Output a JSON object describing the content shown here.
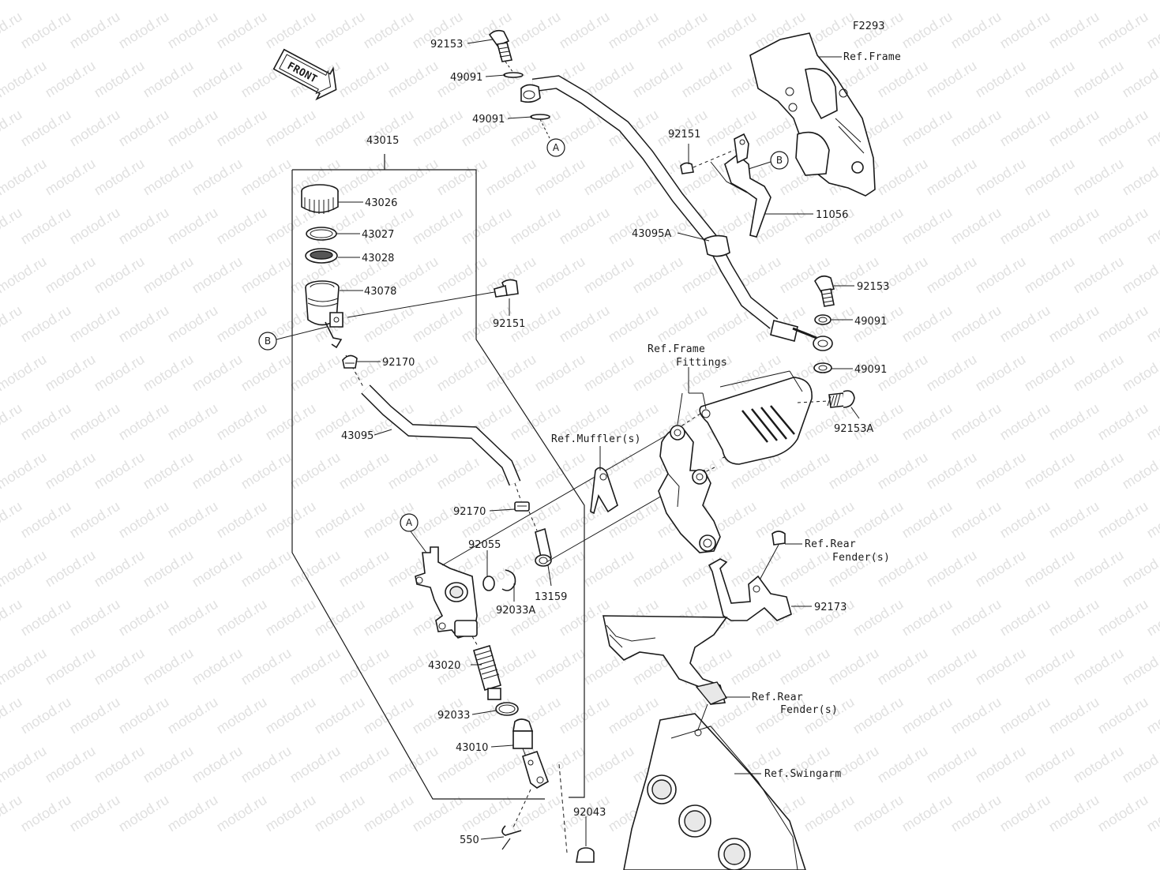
{
  "figure_code": "F2293",
  "front_label": "FRONT",
  "watermark": "motod.ru",
  "circle_refs": [
    {
      "id": "ref-a-top",
      "letter": "A"
    },
    {
      "id": "ref-b-right",
      "letter": "B"
    },
    {
      "id": "ref-b-left",
      "letter": "B"
    },
    {
      "id": "ref-a-left",
      "letter": "A"
    }
  ],
  "parts": [
    {
      "key": "p92153_top",
      "label": "92153"
    },
    {
      "key": "p49091_a",
      "label": "49091"
    },
    {
      "key": "p49091_b",
      "label": "49091"
    },
    {
      "key": "p43015",
      "label": "43015"
    },
    {
      "key": "p43026",
      "label": "43026"
    },
    {
      "key": "p43027",
      "label": "43027"
    },
    {
      "key": "p43028",
      "label": "43028"
    },
    {
      "key": "p43078",
      "label": "43078"
    },
    {
      "key": "p92151_a",
      "label": "92151"
    },
    {
      "key": "p92170_a",
      "label": "92170"
    },
    {
      "key": "p43095",
      "label": "43095"
    },
    {
      "key": "p92170_b",
      "label": "92170"
    },
    {
      "key": "p92055",
      "label": "92055"
    },
    {
      "key": "p92033A",
      "label": "92033A"
    },
    {
      "key": "p13159",
      "label": "13159"
    },
    {
      "key": "p43020",
      "label": "43020"
    },
    {
      "key": "p92033",
      "label": "92033"
    },
    {
      "key": "p43010",
      "label": "43010"
    },
    {
      "key": "p550",
      "label": "550"
    },
    {
      "key": "p92043",
      "label": "92043"
    },
    {
      "key": "p92151_b",
      "label": "92151"
    },
    {
      "key": "p11056",
      "label": "11056"
    },
    {
      "key": "p43095A",
      "label": "43095A"
    },
    {
      "key": "p92153_right",
      "label": "92153"
    },
    {
      "key": "p49091_c",
      "label": "49091"
    },
    {
      "key": "p49091_d",
      "label": "49091"
    },
    {
      "key": "p92153A",
      "label": "92153A"
    },
    {
      "key": "p92173",
      "label": "92173"
    }
  ],
  "refs": {
    "frame_top": "Ref.Frame",
    "frame_fittings_1": "Ref.Frame",
    "frame_fittings_2": "Fittings",
    "muffler": "Ref.Muffler(s)",
    "rear_fender_1a": "Ref.Rear",
    "rear_fender_1b": "Fender(s)",
    "rear_fender_2a": "Ref.Rear",
    "rear_fender_2b": "Fender(s)",
    "swingarm": "Ref.Swingarm"
  }
}
